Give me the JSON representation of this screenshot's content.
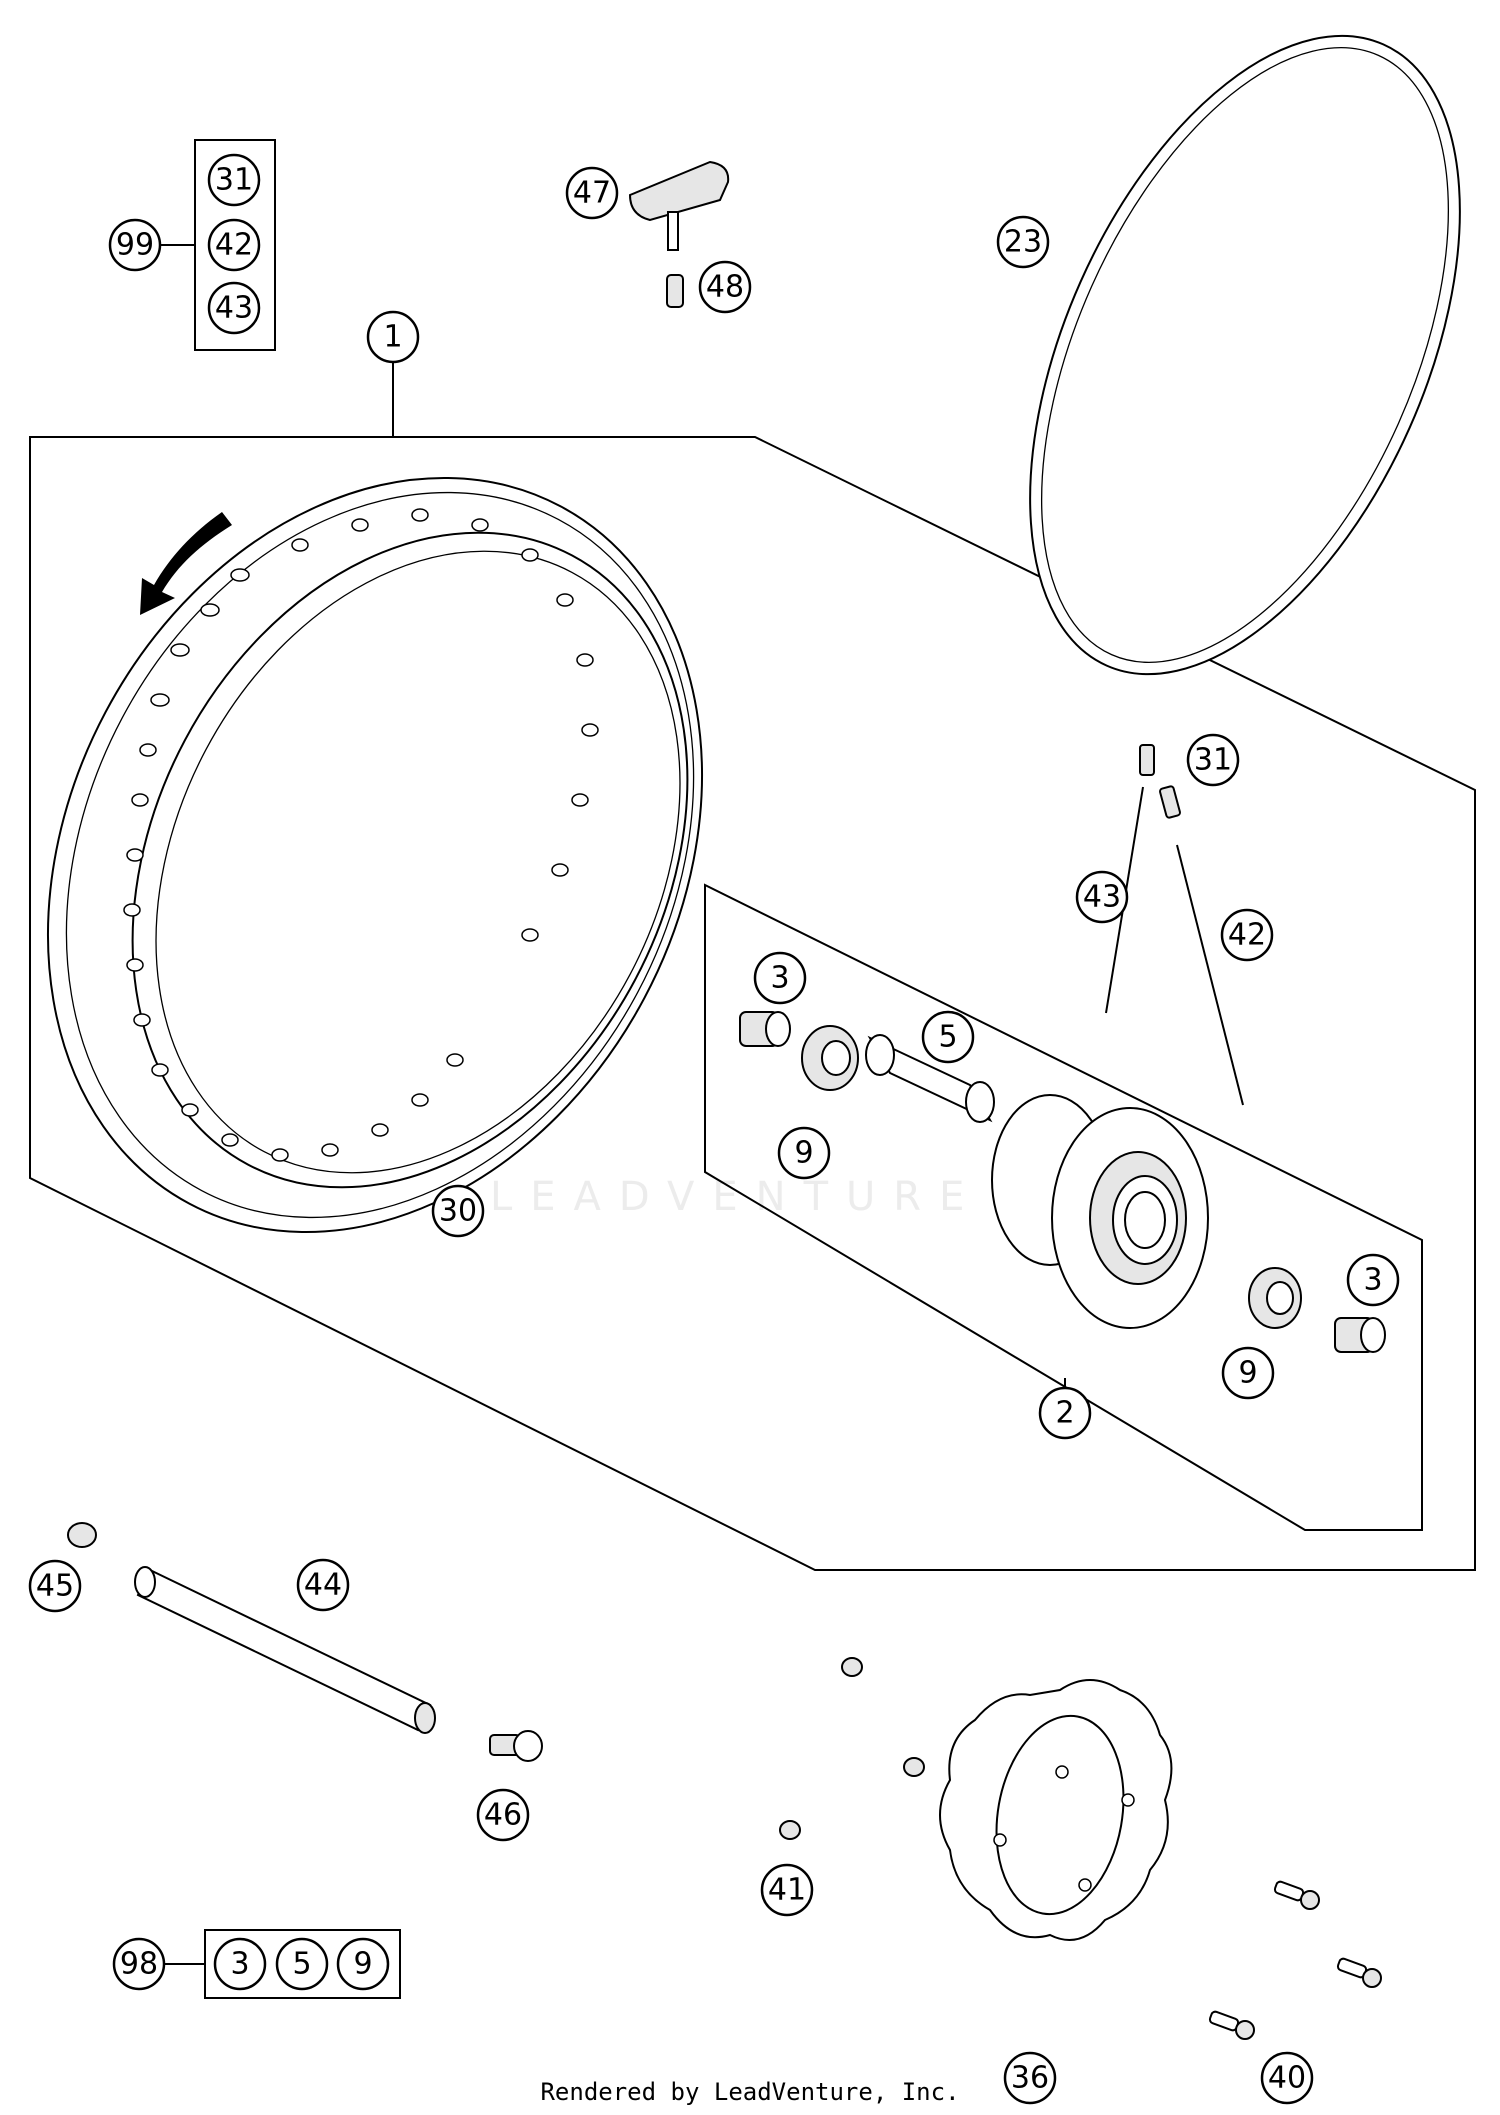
{
  "watermark": "LEADVENTURE",
  "footer": "Rendered by LeadVenture, Inc.",
  "callouts": {
    "c1": "1",
    "c2": "2",
    "c3a": "3",
    "c3b": "3",
    "c5": "5",
    "c9a": "9",
    "c9b": "9",
    "c23": "23",
    "c30": "30",
    "c31": "31",
    "c42": "42",
    "c43": "43",
    "c36": "36",
    "c40": "40",
    "c41": "41",
    "c44": "44",
    "c45": "45",
    "c46": "46",
    "c47": "47",
    "c48": "48",
    "k99": "99",
    "k99_31": "31",
    "k99_42": "42",
    "k99_43": "43",
    "k98": "98",
    "k98_3": "3",
    "k98_5": "5",
    "k98_9": "9"
  }
}
